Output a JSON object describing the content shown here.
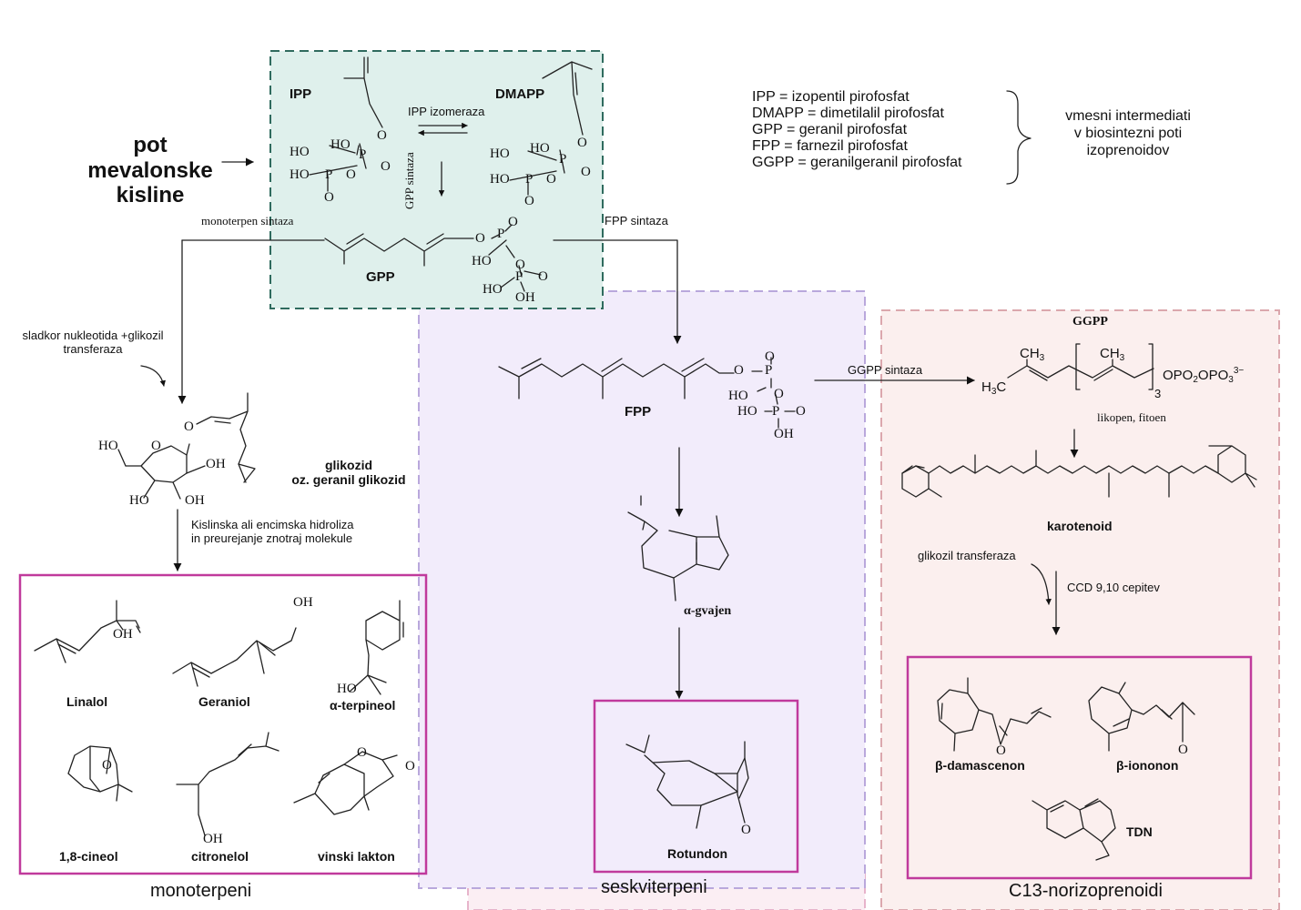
{
  "pathway": {
    "start_label_line1": "pot",
    "start_label_line2": "mevalonske",
    "start_label_line3": "kisline",
    "ipp": "IPP",
    "dmapp": "DMAPP",
    "isomerase": "IPP izomeraza",
    "gpp_synthase": "GPP sintaza",
    "gpp": "GPP",
    "monoterpene_synthase": "monoterpen sintaza",
    "fpp_synthase": "FPP sintaza",
    "fpp": "FPP",
    "ggpp_synthase": "GGPP sintaza",
    "ggpp": "GGPP",
    "lycopene": "likopen, fitoen",
    "carotenoid": "karotenoid",
    "glycosyl_transferase": "glikozil transferaza",
    "ccd": "CCD 9,10 cepitev",
    "sugar_nucleotide_line1": "sladkor nukleotida +glikozil",
    "sugar_nucleotide_line2": "transferaza",
    "glycoside_line1": "glikozid",
    "glycoside_line2": "oz. geranil glikozid",
    "hydrolysis_line1": "Kislinska ali encimska hidroliza",
    "hydrolysis_line2": "in preurejanje znotraj molekule",
    "alpha_guaiene": "α-gvajen",
    "rotundone": "Rotundon"
  },
  "legend": {
    "items": [
      "IPP = izopentil pirofosfat",
      "DMAPP = dimetilalil pirofosfat",
      "GPP = geranil pirofosfat",
      "FPP = farnezil pirofosfat",
      "GGPP = geranilgeranil pirofosfat"
    ],
    "note_line1": "vmesni intermediati",
    "note_line2": "v biosintezni poti",
    "note_line3": "izoprenoidov"
  },
  "groups": {
    "monoterpenes": {
      "title": "monoterpeni",
      "compounds": [
        "Linalol",
        "Geraniol",
        "α-terpineol",
        "1,8-cineol",
        "citronelol",
        "vinski lakton"
      ]
    },
    "sesquiterpenes": {
      "title": "seskviterpeni"
    },
    "norisoprenoids": {
      "title": "C13-norizoprenoidi",
      "compounds": [
        "β-damascenon",
        "β-iononon",
        "TDN"
      ]
    }
  },
  "atoms": {
    "oh": "OH",
    "ho": "HO",
    "p": "P",
    "o": "O",
    "ch3": "CH",
    "h3c": "H",
    "c": "C",
    "three": "3",
    "tail": "OPO",
    "two": "2",
    "three_minus": "3−"
  },
  "colors": {
    "teal_box": "#dff0ec",
    "teal_border": "#2f6b5e",
    "lavender_box": "#f2ecfb",
    "lavender_border": "#b9a8dc",
    "pink_box": "#fbefee",
    "pink_border": "#dba7ad",
    "magenta": "#c03a9c"
  }
}
